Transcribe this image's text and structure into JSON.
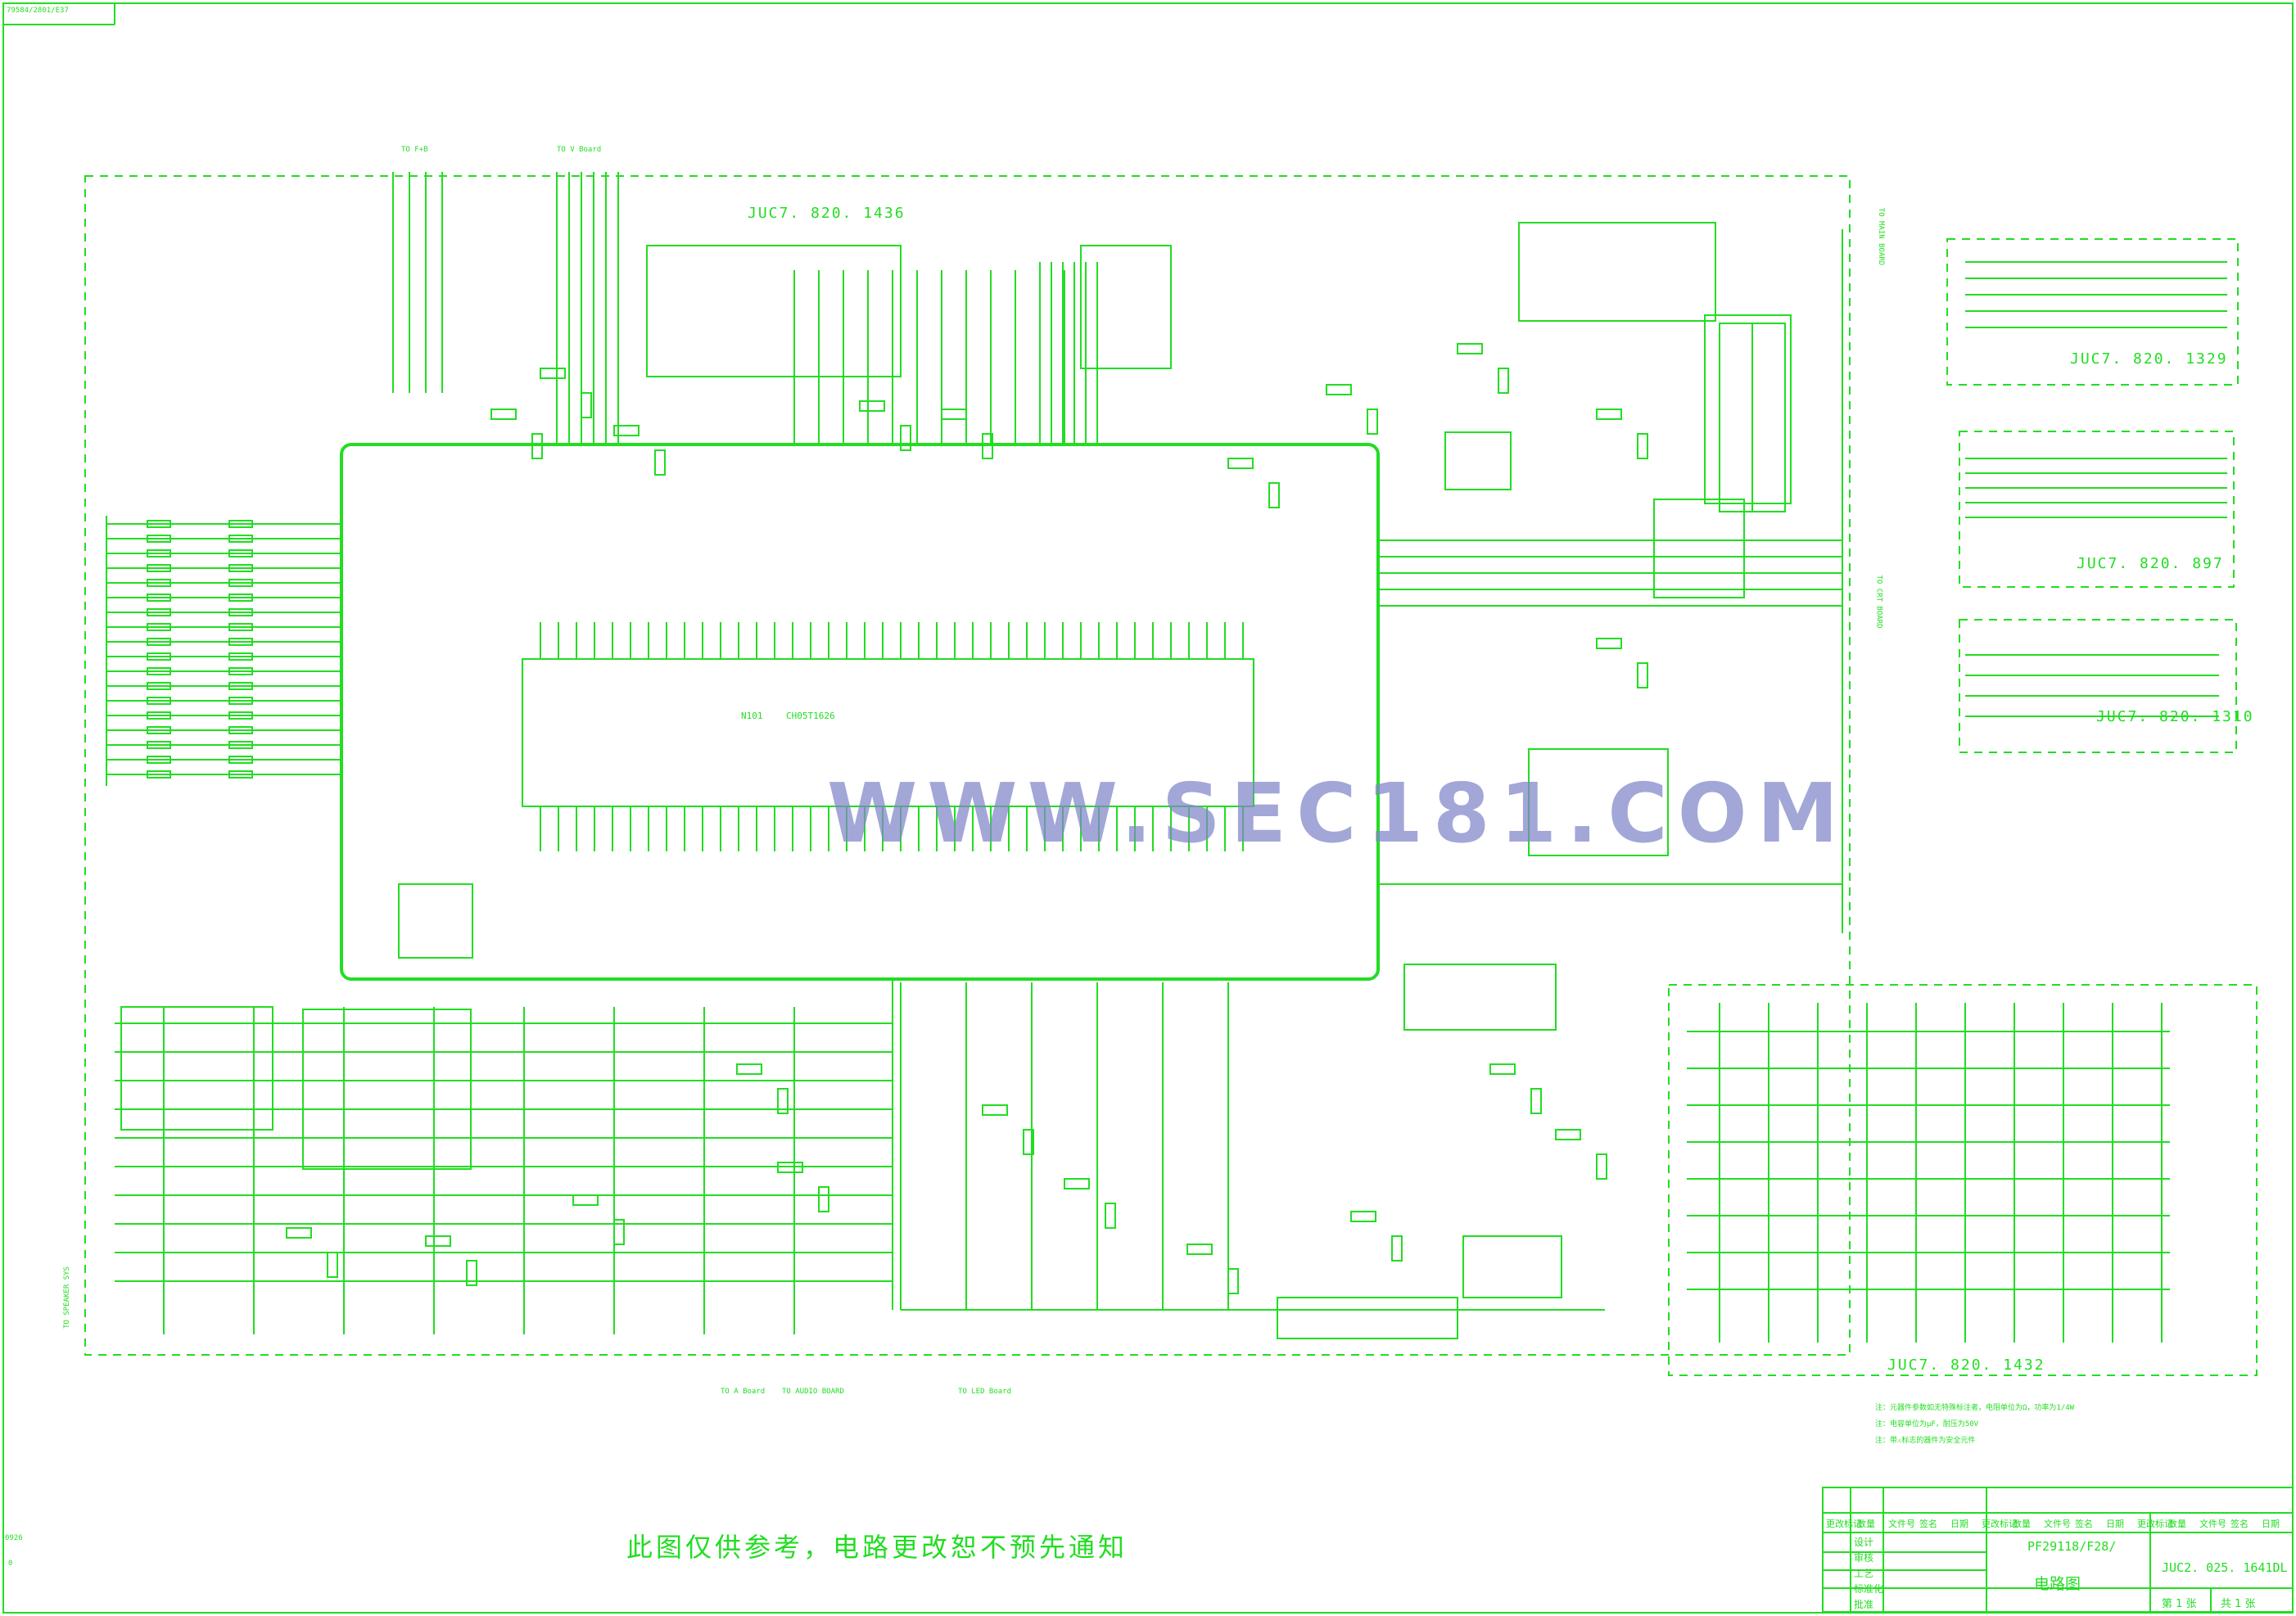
{
  "sheet": {
    "corner_code": "79584/2801/E37",
    "side_mark_1": "0926",
    "side_mark_2": "0"
  },
  "boards": {
    "main": "JUC7. 820. 1436",
    "ir_board": "JUC7. 820. 1329",
    "key_board": "JUC7. 820. 897",
    "av_board": "JUC7. 820. 1310",
    "crt_board": "JUC7. 820. 1432"
  },
  "chips": {
    "mcu_ref": "N101",
    "mcu_model": "CH05T1626"
  },
  "connectors": {
    "to_fat": "TO F+B",
    "to_vboard": "TO V Board",
    "to_main": "TO MAIN BOARD",
    "to_crt": "TO CRT BOARD",
    "to_a_board": "TO A Board",
    "to_audio": "TO AUDIO BOARD",
    "to_led": "TO LED Board",
    "to_speaker": "TO SPEAKER SYS"
  },
  "watermark": "WWW.SEC181.COM",
  "notice": "此图仅供参考，电路更改恕不预先通知",
  "notes": [
    "注：元器件参数如无特殊标注者，电阻单位为Ω，功率为1/4W",
    "注：电容单位为µF，耐压为50V",
    "注：带⚠标志的器件为安全元件"
  ],
  "title_block": {
    "header_cells": [
      "更改标记",
      "数量",
      "文件号",
      "签名",
      "日期",
      "更改标记",
      "数量",
      "文件号",
      "签名",
      "日期",
      "更改标记",
      "数量",
      "文件号",
      "签名",
      "日期"
    ],
    "roles": [
      "设计",
      "审核",
      "工艺",
      "标准化",
      "批准"
    ],
    "model": "PF29118/F28/",
    "drawing_no": "JUC2. 025. 1641DL",
    "drawing_name": "电路图",
    "sheet_no": "第 1 张",
    "sheet_total": "共 1 张"
  }
}
